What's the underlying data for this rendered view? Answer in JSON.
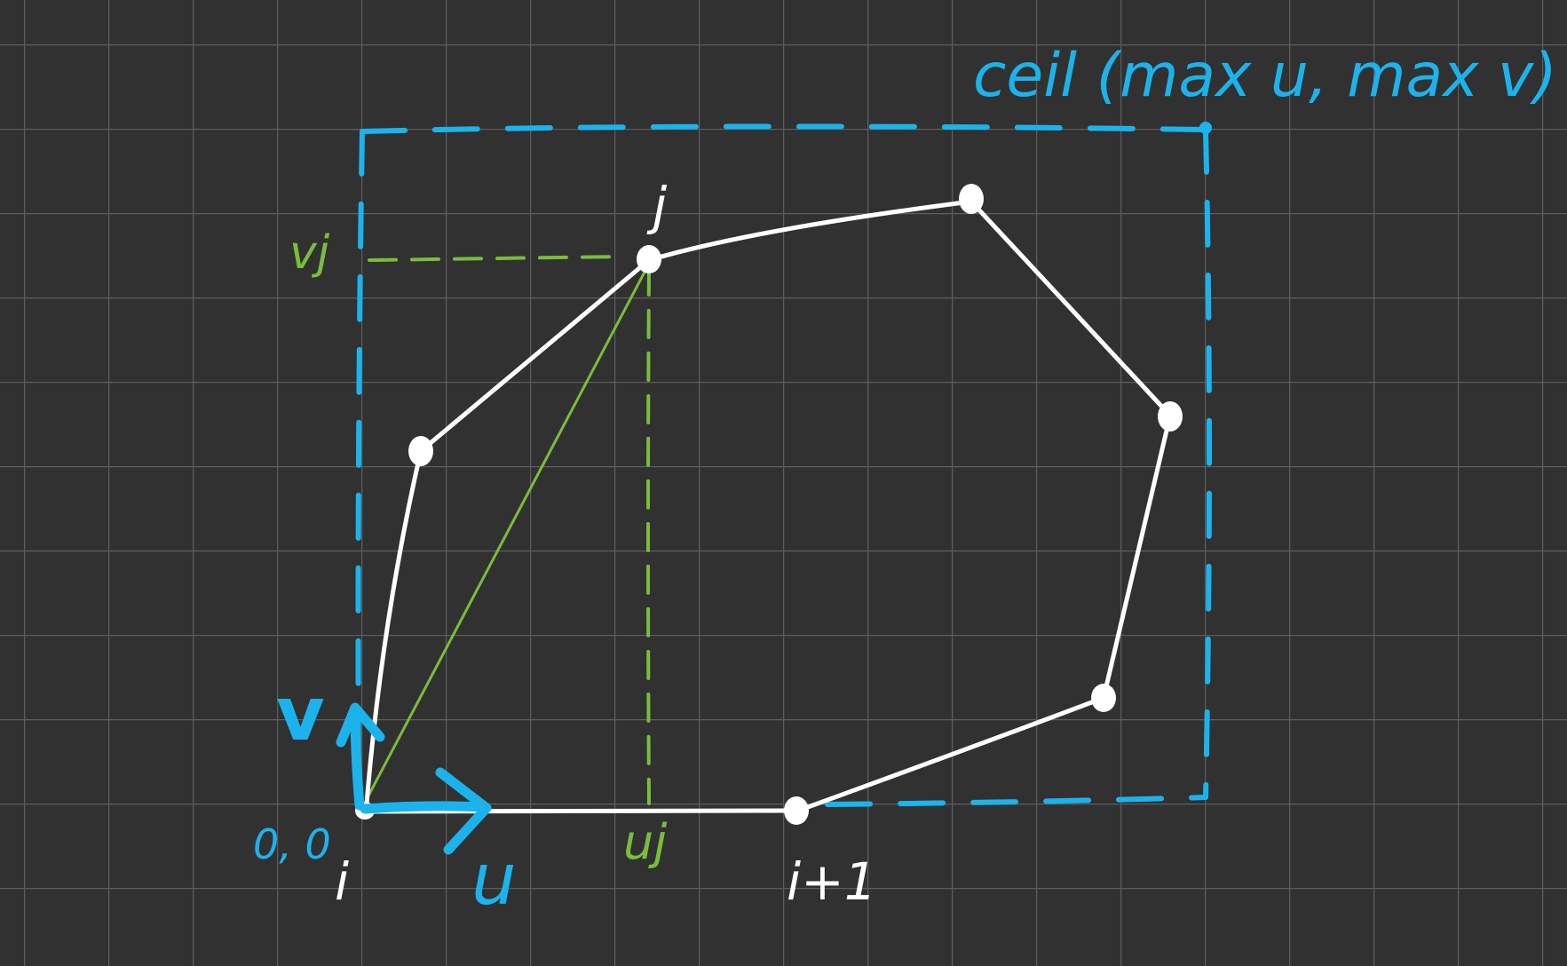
{
  "colors": {
    "background": "#313131",
    "grid": "#5d5d5d",
    "polygon": "#ffffff",
    "bounding_box": "#1cb3ec",
    "projection": "#79bd3c"
  },
  "labels": {
    "bounds": "ceil (max u, max v)",
    "vertex_j": "j",
    "vertex_i": "i",
    "vertex_i_plus_1": "i+1",
    "origin": "0, 0",
    "axis_u": "u",
    "axis_v": "v",
    "coord_uj": "uj",
    "coord_vj": "vj"
  }
}
